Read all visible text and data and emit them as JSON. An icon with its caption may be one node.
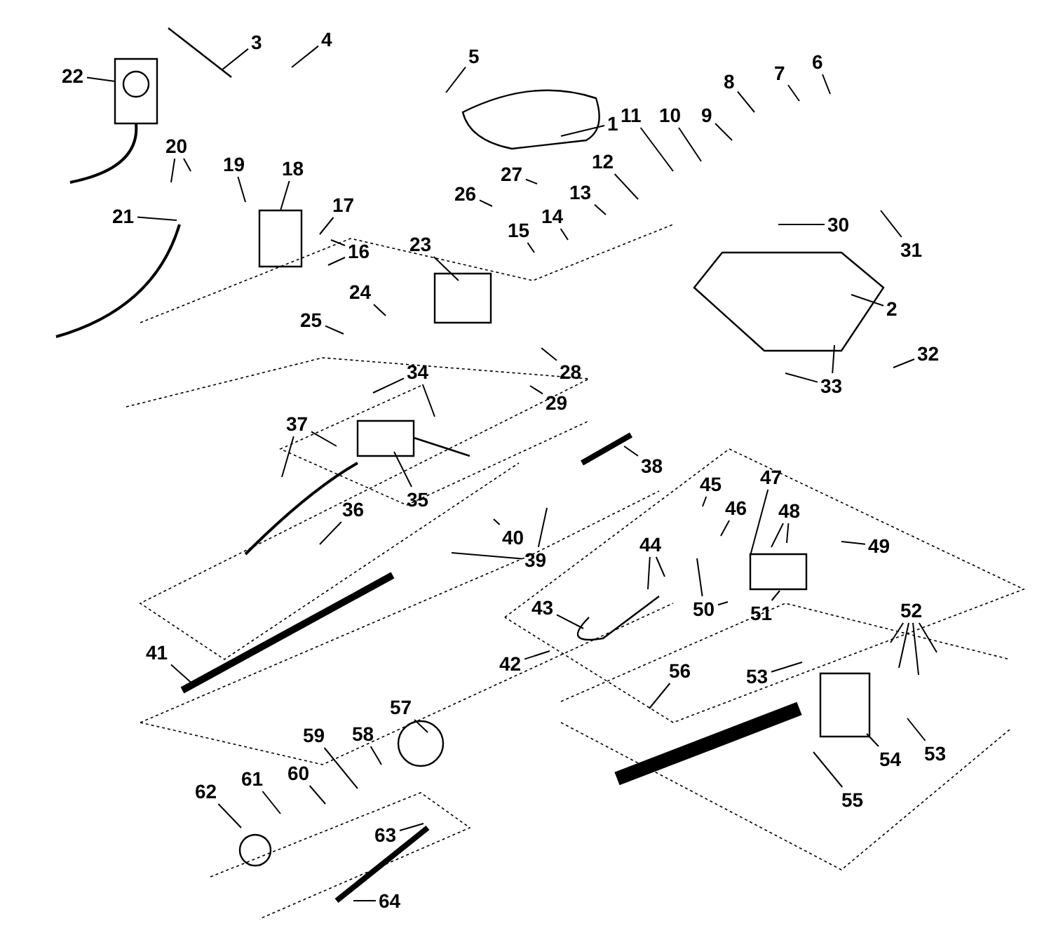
{
  "diagram": {
    "nodes": [
      {
        "text": [
          "1"
        ]
      },
      {
        "text": [
          "2"
        ]
      },
      {
        "text": [
          "3"
        ]
      },
      {
        "text": [
          "4"
        ]
      },
      {
        "text": [
          "5"
        ]
      },
      {
        "text": [
          "6"
        ]
      },
      {
        "text": [
          "7"
        ]
      },
      {
        "text": [
          "8"
        ]
      },
      {
        "text": [
          "9"
        ]
      },
      {
        "text": [
          "10"
        ]
      },
      {
        "text": [
          "11"
        ]
      },
      {
        "text": [
          "12"
        ]
      },
      {
        "text": [
          "13"
        ]
      },
      {
        "text": [
          "14"
        ]
      },
      {
        "text": [
          "15"
        ]
      },
      {
        "text": [
          "16"
        ]
      },
      {
        "text": [
          "17"
        ]
      },
      {
        "text": [
          "18"
        ]
      },
      {
        "text": [
          "19"
        ]
      },
      {
        "text": [
          "20"
        ]
      },
      {
        "text": [
          "21"
        ]
      },
      {
        "text": [
          "22"
        ]
      },
      {
        "text": [
          "23"
        ]
      },
      {
        "text": [
          "24"
        ]
      },
      {
        "text": [
          "25"
        ]
      },
      {
        "text": [
          "26"
        ]
      },
      {
        "text": [
          "27"
        ]
      },
      {
        "text": [
          "28"
        ]
      },
      {
        "text": [
          "29"
        ]
      },
      {
        "text": [
          "30"
        ]
      },
      {
        "text": [
          "31"
        ]
      },
      {
        "text": [
          "32"
        ]
      },
      {
        "text": [
          "33"
        ]
      },
      {
        "text": [
          "34"
        ]
      },
      {
        "text": [
          "35"
        ]
      },
      {
        "text": [
          "36"
        ]
      },
      {
        "text": [
          "37"
        ]
      },
      {
        "text": [
          "38"
        ]
      },
      {
        "text": [
          "39"
        ]
      },
      {
        "text": [
          "40"
        ]
      },
      {
        "text": [
          "41"
        ]
      },
      {
        "text": [
          "42"
        ]
      },
      {
        "text": [
          "43"
        ]
      },
      {
        "text": [
          "44"
        ]
      },
      {
        "text": [
          "45"
        ]
      },
      {
        "text": [
          "46"
        ]
      },
      {
        "text": [
          "47"
        ]
      },
      {
        "text": [
          "48"
        ]
      },
      {
        "text": [
          "49"
        ]
      },
      {
        "text": [
          "50"
        ]
      },
      {
        "text": [
          "51"
        ]
      },
      {
        "text": [
          "52"
        ]
      },
      {
        "text": [
          "53"
        ]
      },
      {
        "text": [
          "53"
        ]
      },
      {
        "text": [
          "54"
        ]
      },
      {
        "text": [
          "55"
        ]
      },
      {
        "text": [
          "56"
        ]
      },
      {
        "text": [
          "57"
        ]
      },
      {
        "text": [
          "58"
        ]
      },
      {
        "text": [
          "59"
        ]
      },
      {
        "text": [
          "60"
        ]
      },
      {
        "text": [
          "61"
        ]
      },
      {
        "text": [
          "62"
        ]
      },
      {
        "text": [
          "63"
        ]
      },
      {
        "text": [
          "64"
        ]
      }
    ],
    "edges": [
      {
        "from": 0,
        "to": null,
        "arrow": "none"
      },
      {
        "from": 1,
        "to": null,
        "arrow": "none"
      },
      {
        "from": 2,
        "to": null,
        "arrow": "none"
      },
      {
        "from": 3,
        "to": null,
        "arrow": "none"
      },
      {
        "from": 4,
        "to": null,
        "arrow": "none"
      },
      {
        "from": 5,
        "to": null,
        "arrow": "none"
      },
      {
        "from": 6,
        "to": null,
        "arrow": "none"
      },
      {
        "from": 7,
        "to": null,
        "arrow": "none"
      },
      {
        "from": 8,
        "to": null,
        "arrow": "none"
      },
      {
        "from": 9,
        "to": null,
        "arrow": "none"
      },
      {
        "from": 10,
        "to": null,
        "arrow": "none"
      },
      {
        "from": 11,
        "to": null,
        "arrow": "none"
      },
      {
        "from": 12,
        "to": null,
        "arrow": "none"
      },
      {
        "from": 13,
        "to": null,
        "arrow": "none"
      },
      {
        "from": 14,
        "to": null,
        "arrow": "none"
      },
      {
        "from": 15,
        "to": null,
        "arrow": "none"
      },
      {
        "from": 15,
        "to": null,
        "arrow": "none"
      },
      {
        "from": 16,
        "to": null,
        "arrow": "none"
      },
      {
        "from": 17,
        "to": null,
        "arrow": "none"
      },
      {
        "from": 18,
        "to": null,
        "arrow": "none"
      },
      {
        "from": 19,
        "to": null,
        "arrow": "none"
      },
      {
        "from": 19,
        "to": null,
        "arrow": "none"
      },
      {
        "from": 20,
        "to": null,
        "arrow": "none"
      },
      {
        "from": 21,
        "to": null,
        "arrow": "none"
      },
      {
        "from": 22,
        "to": null,
        "arrow": "none"
      },
      {
        "from": 23,
        "to": null,
        "arrow": "none"
      },
      {
        "from": 24,
        "to": null,
        "arrow": "none"
      },
      {
        "from": 25,
        "to": null,
        "arrow": "none"
      },
      {
        "from": 26,
        "to": null,
        "arrow": "none"
      },
      {
        "from": 27,
        "to": null,
        "arrow": "none"
      },
      {
        "from": 28,
        "to": null,
        "arrow": "none"
      },
      {
        "from": 29,
        "to": null,
        "arrow": "none"
      },
      {
        "from": 30,
        "to": null,
        "arrow": "none"
      },
      {
        "from": 31,
        "to": null,
        "arrow": "none"
      },
      {
        "from": 32,
        "to": null,
        "arrow": "none"
      },
      {
        "from": 32,
        "to": null,
        "arrow": "none"
      },
      {
        "from": 33,
        "to": null,
        "arrow": "none"
      },
      {
        "from": 33,
        "to": null,
        "arrow": "none"
      },
      {
        "from": 34,
        "to": null,
        "arrow": "none"
      },
      {
        "from": 35,
        "to": null,
        "arrow": "none"
      },
      {
        "from": 36,
        "to": null,
        "arrow": "none"
      },
      {
        "from": 36,
        "to": null,
        "arrow": "none"
      },
      {
        "from": 37,
        "to": null,
        "arrow": "none"
      },
      {
        "from": 38,
        "to": null,
        "arrow": "none"
      },
      {
        "from": 38,
        "to": null,
        "arrow": "none"
      },
      {
        "from": 39,
        "to": null,
        "arrow": "none"
      },
      {
        "from": 40,
        "to": null,
        "arrow": "none"
      },
      {
        "from": 41,
        "to": null,
        "arrow": "none"
      },
      {
        "from": 42,
        "to": null,
        "arrow": "none"
      },
      {
        "from": 43,
        "to": null,
        "arrow": "none"
      },
      {
        "from": 43,
        "to": null,
        "arrow": "none"
      },
      {
        "from": 44,
        "to": null,
        "arrow": "none"
      },
      {
        "from": 45,
        "to": null,
        "arrow": "none"
      },
      {
        "from": 46,
        "to": null,
        "arrow": "none"
      },
      {
        "from": 47,
        "to": null,
        "arrow": "none"
      },
      {
        "from": 47,
        "to": null,
        "arrow": "none"
      },
      {
        "from": 48,
        "to": null,
        "arrow": "none"
      },
      {
        "from": 49,
        "to": null,
        "arrow": "none"
      },
      {
        "from": 49,
        "to": null,
        "arrow": "none"
      },
      {
        "from": 50,
        "to": null,
        "arrow": "none"
      },
      {
        "from": 51,
        "to": null,
        "arrow": "none"
      },
      {
        "from": 51,
        "to": null,
        "arrow": "none"
      },
      {
        "from": 51,
        "to": null,
        "arrow": "none"
      },
      {
        "from": 51,
        "to": null,
        "arrow": "none"
      },
      {
        "from": 52,
        "to": null,
        "arrow": "none"
      },
      {
        "from": 53,
        "to": null,
        "arrow": "none"
      },
      {
        "from": 54,
        "to": null,
        "arrow": "none"
      },
      {
        "from": 55,
        "to": null,
        "arrow": "none"
      },
      {
        "from": 56,
        "to": null,
        "arrow": "none"
      },
      {
        "from": 57,
        "to": null,
        "arrow": "none"
      },
      {
        "from": 58,
        "to": null,
        "arrow": "none"
      },
      {
        "from": 59,
        "to": null,
        "arrow": "none"
      },
      {
        "from": 60,
        "to": null,
        "arrow": "none"
      },
      {
        "from": 61,
        "to": null,
        "arrow": "none"
      },
      {
        "from": 62,
        "to": null,
        "arrow": "none"
      },
      {
        "from": 63,
        "to": null,
        "arrow": "none"
      },
      {
        "from": 64,
        "to": null,
        "arrow": "none"
      }
    ]
  }
}
